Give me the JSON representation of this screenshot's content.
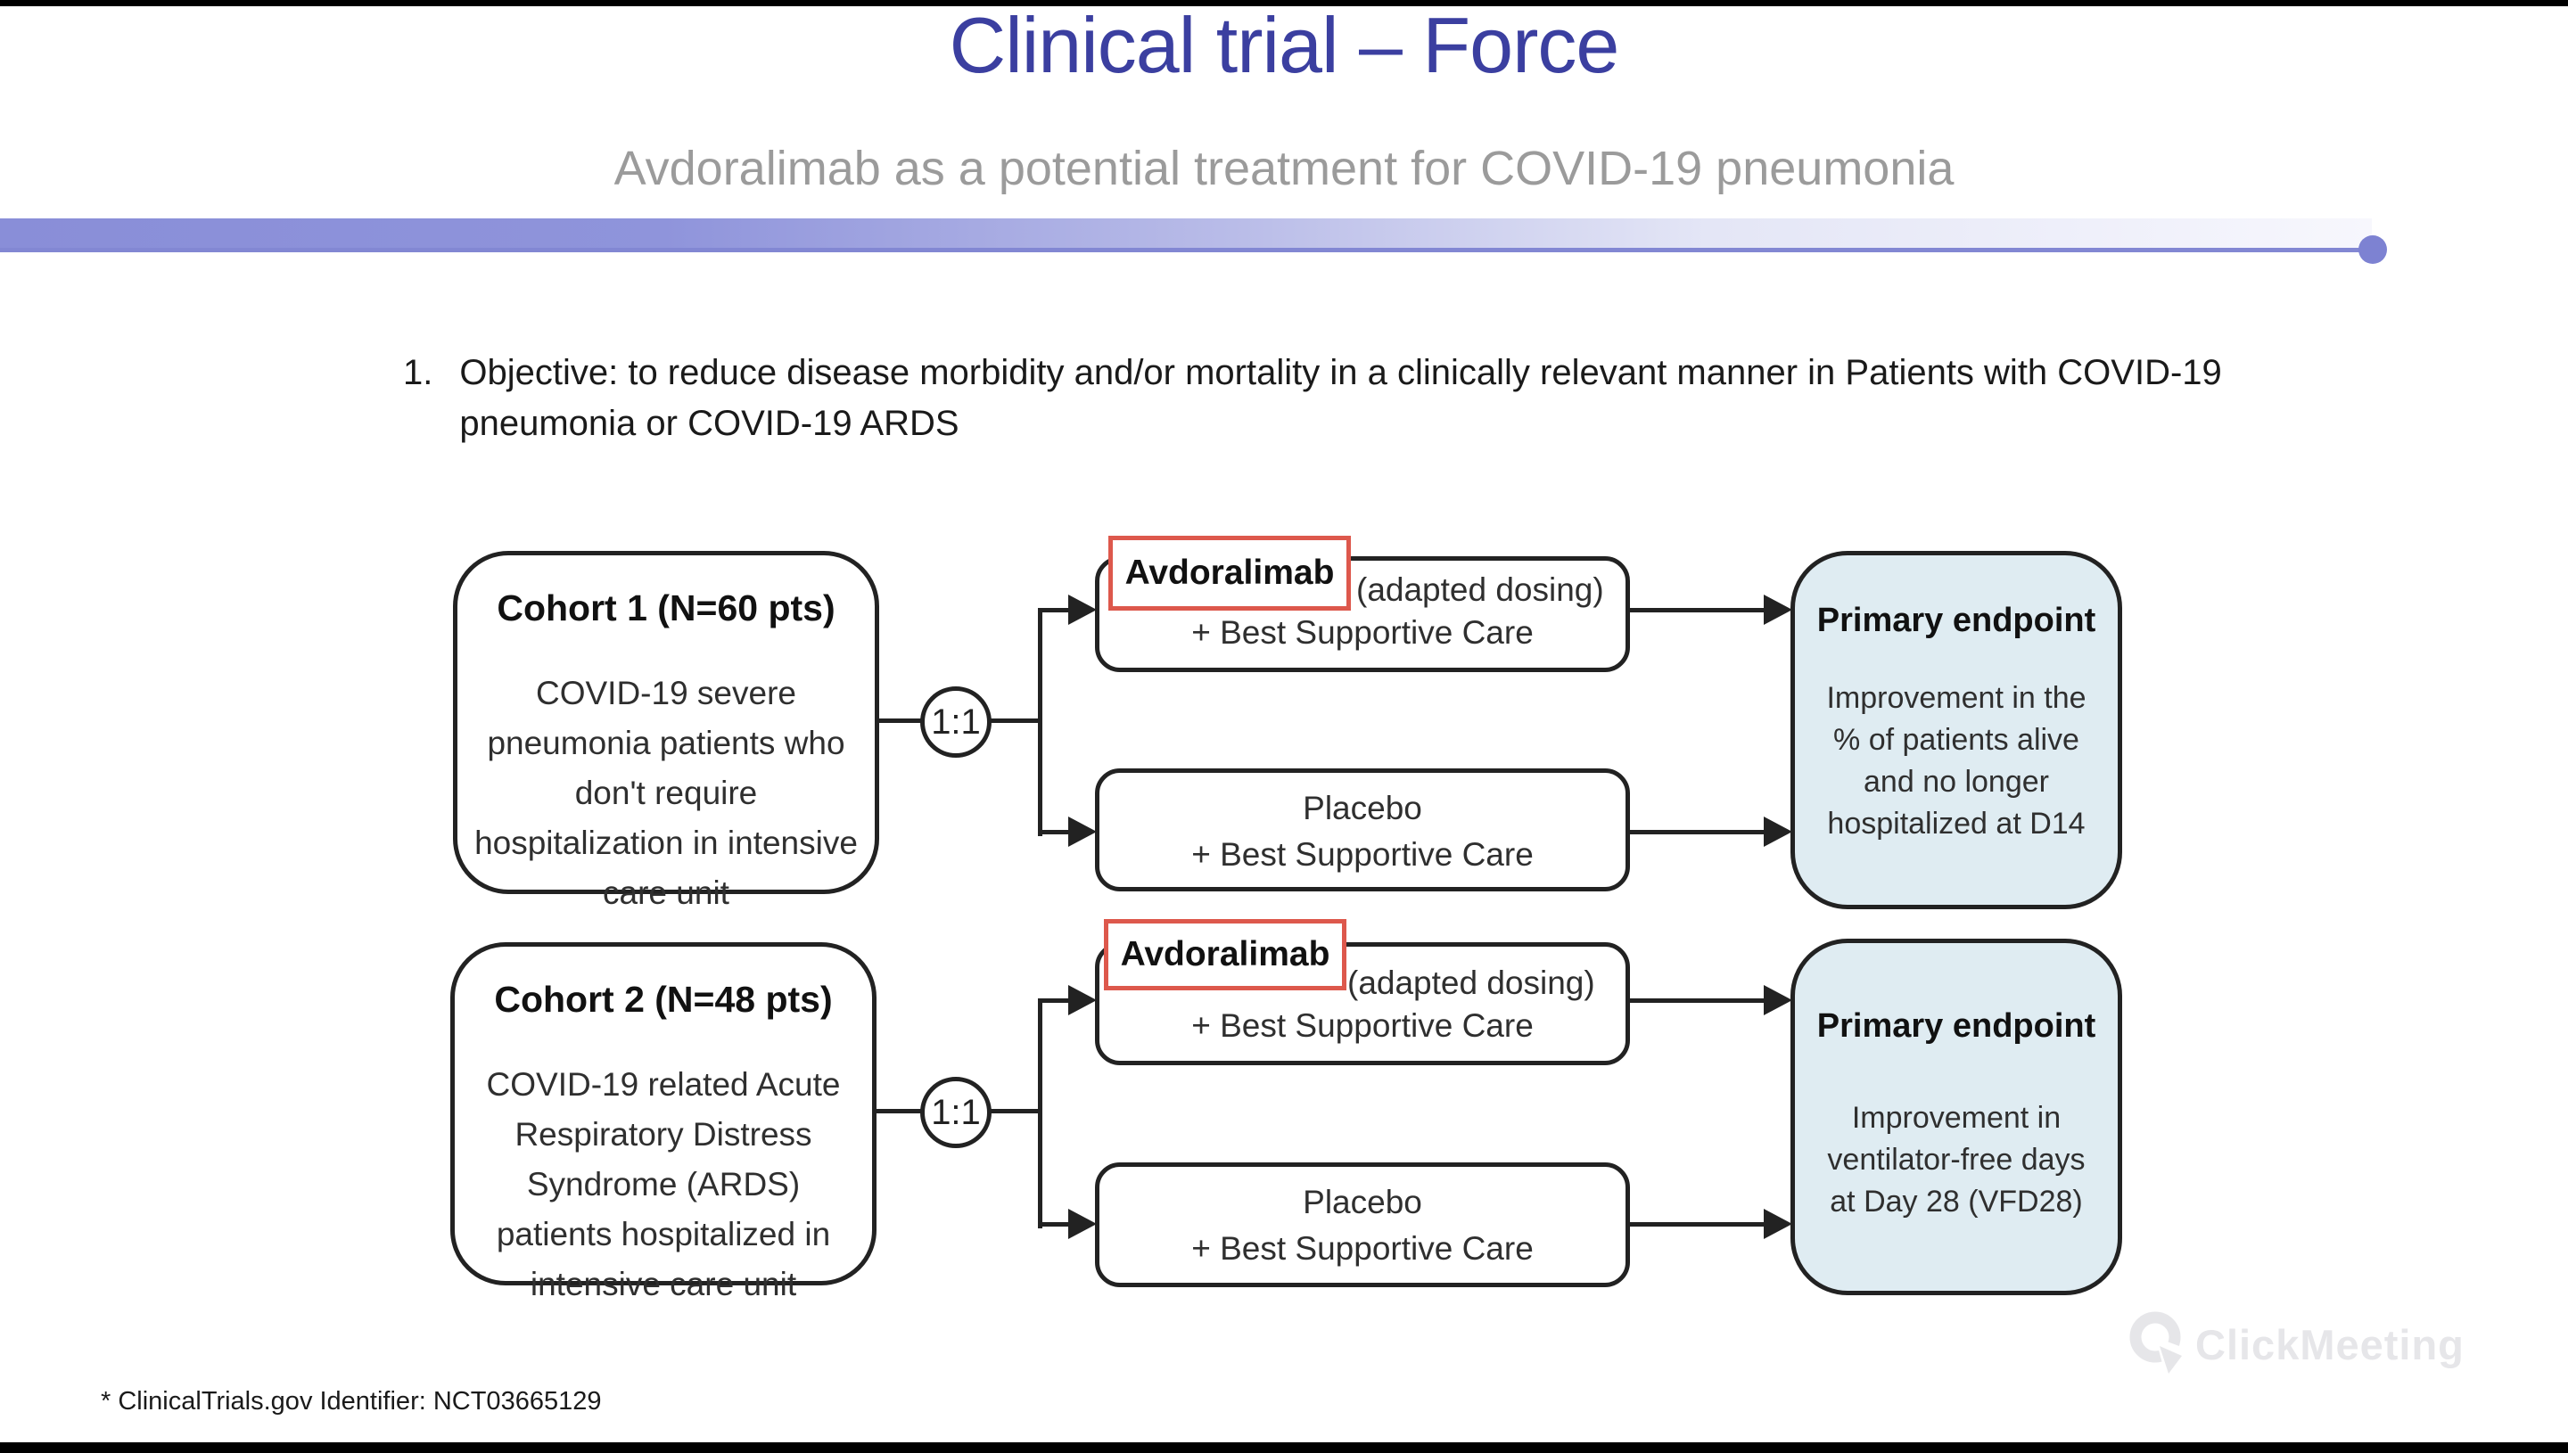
{
  "slide": {
    "title": "Clinical trial – Force",
    "subtitle": "Avdoralimab as a potential treatment for COVID-19 pneumonia",
    "objective_number": "1.",
    "objective_text": "Objective: to reduce disease morbidity and/or mortality in a clinically relevant manner in Patients with COVID-19 pneumonia or COVID-19 ARDS",
    "footnote": "* ClinicalTrials.gov Identifier: NCT03665129",
    "watermark_text": "ClickMeeting",
    "colors": {
      "title_blue": "#3b3fa0",
      "subtitle_gray": "#9b9b9b",
      "accent_purple": "#8b90da",
      "accent_dot": "#7d82d2",
      "endpoint_fill": "#dfecf2",
      "highlight_red": "#dd584c",
      "watermark_gray": "#e6e6e9",
      "letterbox_black": "#000000"
    }
  },
  "diagram": {
    "randomization_ratio": "1:1",
    "cohort1": {
      "title": "Cohort 1 (N=60 pts)",
      "body": "COVID-19 severe pneumonia patients who don't require hospitalization in intensive care unit"
    },
    "cohort2": {
      "title": "Cohort 2 (N=48 pts)",
      "body": "COVID-19 related Acute Respiratory Distress Syndrome (ARDS) patients hospitalized in intensive care unit"
    },
    "arm_drug": {
      "drug": "Avdoralimab",
      "dosing": "(adapted dosing)",
      "care": "+ Best Supportive Care"
    },
    "arm_placebo": {
      "line1": "Placebo",
      "line2": "+ Best Supportive Care"
    },
    "endpoint1": {
      "title": "Primary endpoint",
      "body": "Improvement in the % of patients alive and no longer hospitalized at D14"
    },
    "endpoint2": {
      "title": "Primary endpoint",
      "body": "Improvement in ventilator-free days at Day 28 (VFD28)"
    }
  }
}
